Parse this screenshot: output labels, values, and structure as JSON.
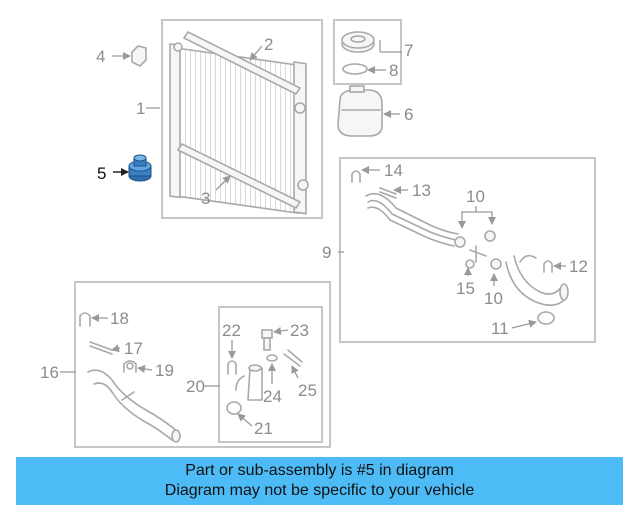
{
  "labels": {
    "l1": "1",
    "l2": "2",
    "l3": "3",
    "l4": "4",
    "l5": "5",
    "l6": "6",
    "l7": "7",
    "l8": "8",
    "l9": "9",
    "l10a": "10",
    "l10b": "10",
    "l11": "11",
    "l12": "12",
    "l13": "13",
    "l14": "14",
    "l15": "15",
    "l16": "16",
    "l17": "17",
    "l18": "18",
    "l19": "19",
    "l20": "20",
    "l21": "21",
    "l22": "22",
    "l23": "23",
    "l24": "24",
    "l25": "25"
  },
  "highlight_part": "5",
  "colors": {
    "banner": "#4dbbf5",
    "highlight_part": "#3a7fc2",
    "outline": "#a9a9a9"
  },
  "banner": {
    "line1": "Part or sub-assembly is #5 in diagram",
    "line2": "Diagram may not be specific to your vehicle"
  }
}
